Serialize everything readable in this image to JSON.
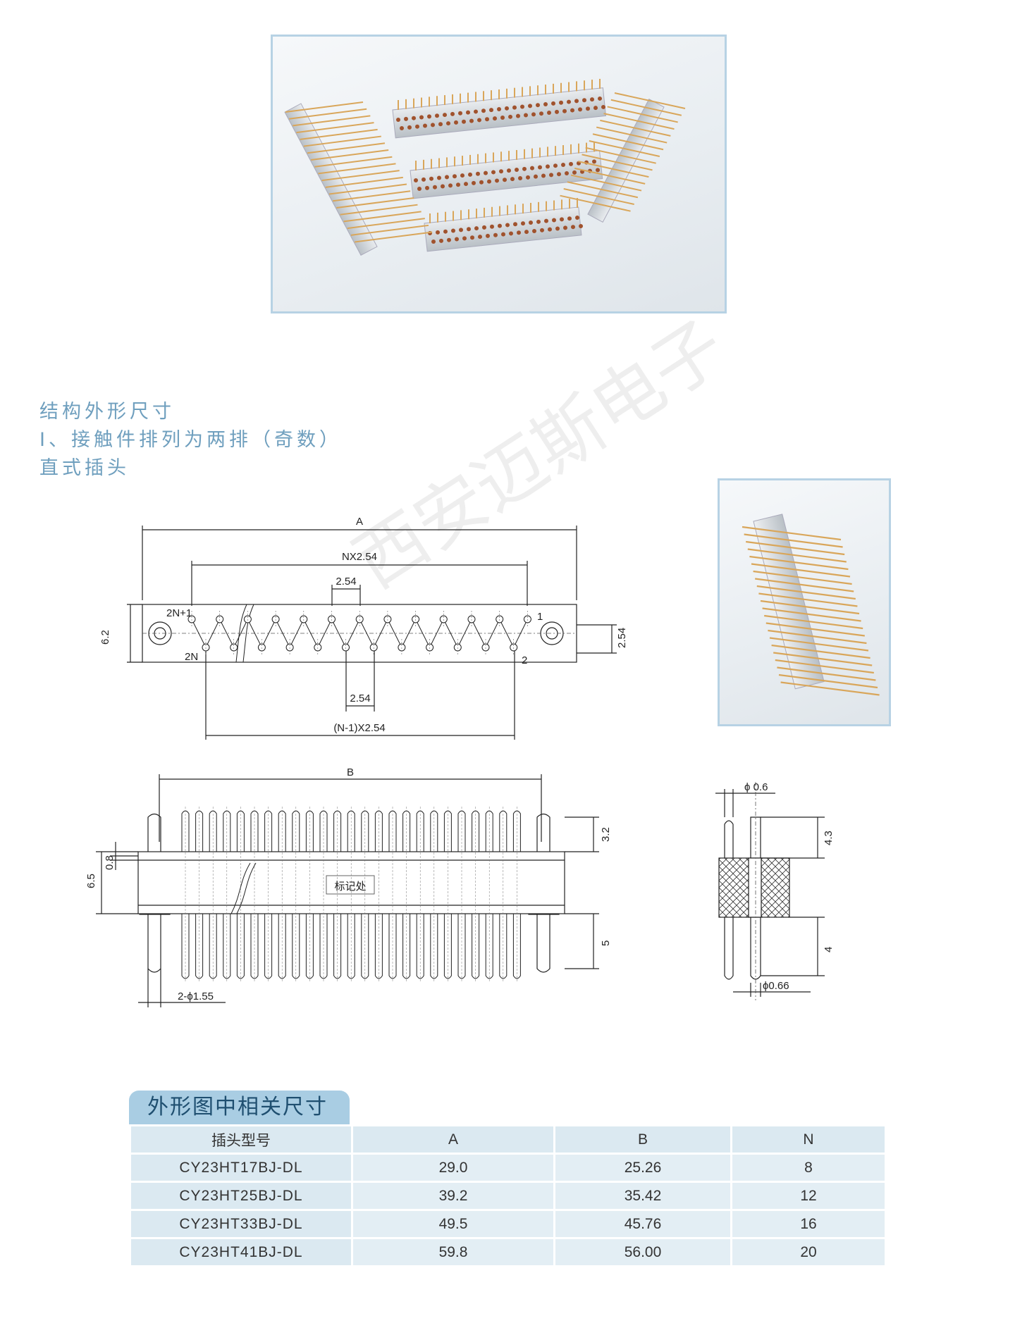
{
  "headings": {
    "line1": "结构外形尺寸",
    "line2": "Ⅰ、接触件排列为两排（奇数）",
    "line3": "直式插头"
  },
  "drawing_labels": {
    "A": "A",
    "NX": "NX2.54",
    "pitch": "2.54",
    "pitch_bottom": "2.54",
    "n1": "(N-1)X2.54",
    "height62": "6.2",
    "row254": "2.54",
    "pin2N1": "2N+1",
    "pin2N": "2N",
    "pin1": "1",
    "pin2": "2",
    "B": "B",
    "h65": "6.5",
    "h08": "0.8",
    "h32": "3.2",
    "h5": "5",
    "holes": "2-ϕ1.55",
    "mark": "标记处",
    "phi06": "ϕ 0.6",
    "h43": "4.3",
    "h4": "4",
    "phi066": "ϕ0.66"
  },
  "watermark": "西安迈斯电子",
  "table": {
    "title": "外形图中相关尺寸",
    "headers": [
      "插头型号",
      "A",
      "B",
      "N"
    ],
    "rows": [
      [
        "CY23HT17BJ-DL",
        "29.0",
        "25.26",
        "8"
      ],
      [
        "CY23HT25BJ-DL",
        "39.2",
        "35.42",
        "12"
      ],
      [
        "CY23HT33BJ-DL",
        "49.5",
        "45.76",
        "16"
      ],
      [
        "CY23HT41BJ-DL",
        "59.8",
        "56.00",
        "20"
      ]
    ]
  },
  "colors": {
    "heading": "#6f9fbe",
    "photo_border": "#b7d2e4",
    "table_title_bg": "#a9cde3",
    "table_cell_bg": "#e3eef4",
    "pin_gold": "#d9a65a"
  }
}
